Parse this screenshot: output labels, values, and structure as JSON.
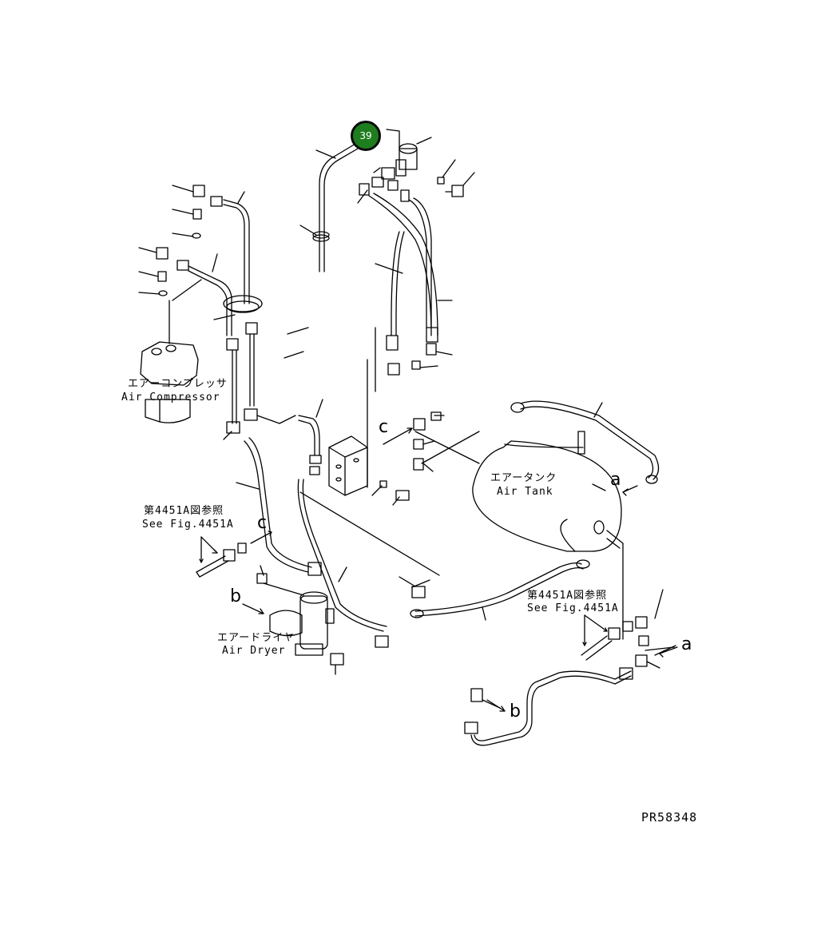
{
  "callout": {
    "number": "39",
    "color": "#1e7d1e"
  },
  "labels": {
    "air_compressor_jp": "エアーコンプレッサ",
    "air_compressor_en": "Air Compressor",
    "air_tank_jp": "エアータンク",
    "air_tank_en": "Air Tank",
    "air_dryer_jp": "エアードライヤ",
    "air_dryer_en": "Air Dryer",
    "ref_left_jp": "第4451A図参照",
    "ref_left_en": "See Fig.4451A",
    "ref_right_jp": "第4451A図参照",
    "ref_right_en": "See Fig.4451A"
  },
  "letters": {
    "c_upper": "c",
    "c_left": "c",
    "a_tank": "a",
    "a_lower": "a",
    "b_dryer": "b",
    "b_lower": "b"
  },
  "drawing_code": "PR58348"
}
